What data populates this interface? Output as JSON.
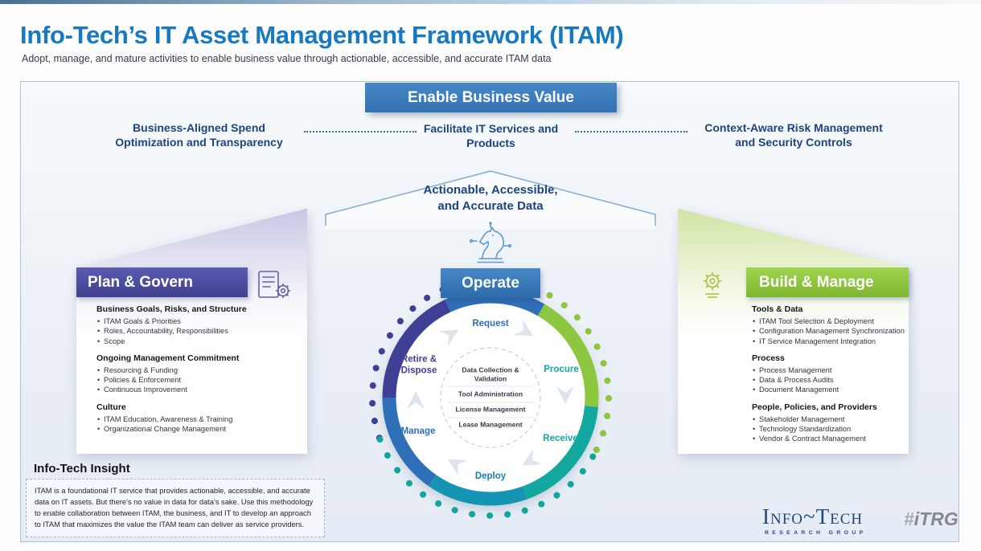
{
  "page": {
    "title": "Info-Tech’s IT Asset Management Framework (ITAM)",
    "subtitle": "Adopt, manage, and mature activities to enable business value through actionable, accessible, and accurate ITAM data"
  },
  "banner": {
    "label": "Enable Business Value"
  },
  "pillars": {
    "left": "Business-Aligned Spend Optimization and Transparency",
    "center": "Facilitate IT Services and Products",
    "right": "Context-Aware Risk Management and Security Controls"
  },
  "arrow": {
    "label": "Actionable, Accessible, and Accurate Data"
  },
  "plan_govern": {
    "title": "Plan & Govern",
    "sections": [
      {
        "heading": "Business Goals, Risks, and Structure",
        "items": [
          "ITAM Goals & Priorities",
          "Roles, Accountability, Responsibilities",
          "Scope"
        ]
      },
      {
        "heading": "Ongoing Management Commitment",
        "items": [
          "Resourcing & Funding",
          "Policies & Enforcement",
          "Continuous Improvement"
        ]
      },
      {
        "heading": "Culture",
        "items": [
          "ITAM Education, Awareness & Training",
          "Organizational Change Management"
        ]
      }
    ]
  },
  "operate": {
    "title": "Operate",
    "stages": {
      "request": "Request",
      "procure": "Procure",
      "receive": "Receive",
      "deploy": "Deploy",
      "manage": "Manage",
      "retire": "Retire & Dispose"
    },
    "center_items": [
      "Data Collection & Validation",
      "Tool Administration",
      "License Management",
      "Lease Management"
    ]
  },
  "build_manage": {
    "title": "Build & Manage",
    "sections": [
      {
        "heading": "Tools & Data",
        "items": [
          "ITAM Tool Selection & Deployment",
          "Configuration Management Synchronization",
          "IT Service Management Integration"
        ]
      },
      {
        "heading": "Process",
        "items": [
          "Process Management",
          "Data & Process Audits",
          "Document Management"
        ]
      },
      {
        "heading": "People, Policies, and Providers",
        "items": [
          "Stakeholder Management",
          "Technology Standardization",
          "Vendor & Contract Management"
        ]
      }
    ]
  },
  "insight": {
    "title": "Info-Tech Insight",
    "body": "ITAM is a foundational IT service that provides actionable, accessible, and accurate data on IT assets. But there’s no value in data for data’s sake. Use this methodology to enable collaboration between ITAM, the business, and IT to develop an approach to ITAM that maximizes the value the ITAM team can deliver as service providers."
  },
  "branding": {
    "logo_main": "Info~Tech",
    "logo_sub": "RESEARCH GROUP",
    "hash_prefix": "#",
    "hash_text": "iTRG"
  },
  "colors": {
    "title_blue": "#1779c2",
    "navy": "#1d4380",
    "banner_blue": "#3d7ec0",
    "plan_purple": "#4a4aa0",
    "operate_blue": "#3a7cbe",
    "build_green": "#8dc63f",
    "teal": "#12a79f",
    "teal_blue": "#1694b4",
    "indigo": "#3f3f96"
  }
}
